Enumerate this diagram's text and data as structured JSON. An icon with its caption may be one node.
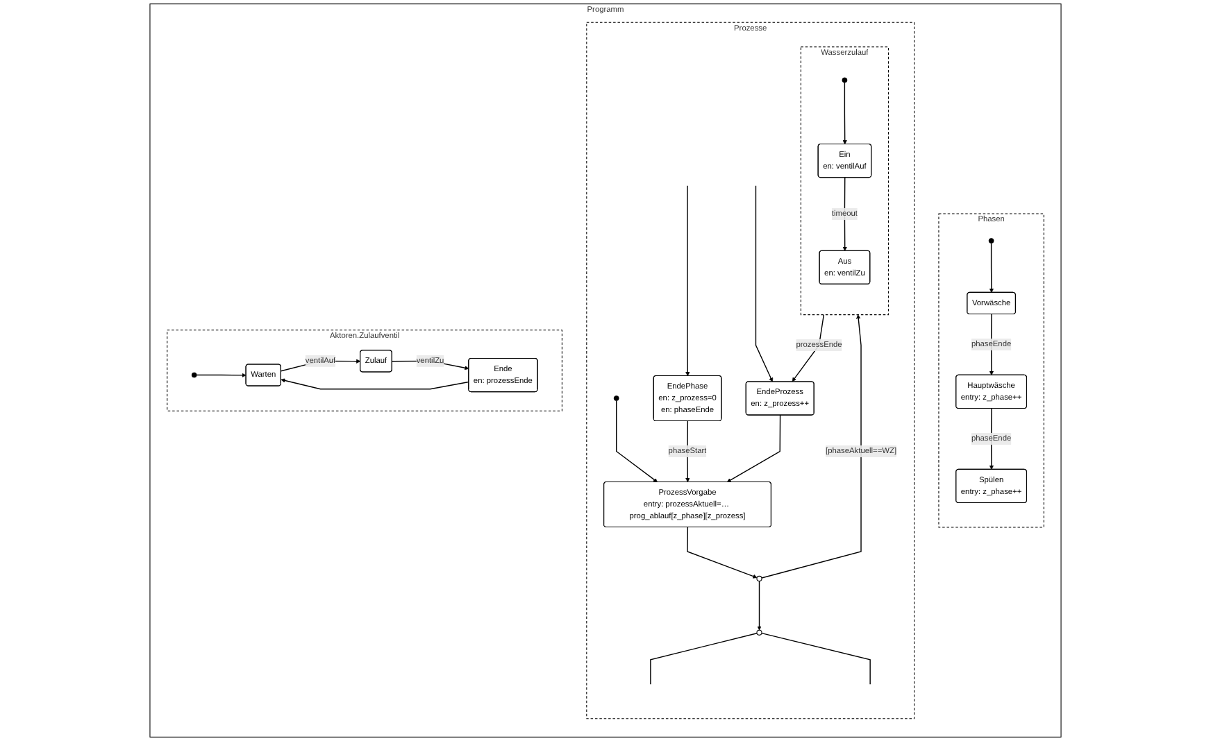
{
  "diagram": {
    "nodes": [
      {
        "text": [
          "Programm"
        ]
      },
      {
        "text": [
          "Phasen"
        ],
        "in": 0
      },
      {
        "text": [],
        "shape": "circle",
        "in": 1
      },
      {
        "text": [
          "Vorwäsche"
        ],
        "in": 1
      },
      {
        "text": [
          "Hauptwäsche",
          "entry: z_phase++"
        ],
        "in": 1
      },
      {
        "text": [
          "Spülen",
          "entry: z_phase++"
        ],
        "in": 1
      },
      {
        "text": [
          "Prozesse"
        ],
        "in": 0
      },
      {
        "text": [],
        "shape": "circle",
        "in": 6
      },
      {
        "text": [
          "ProzessVorgabe",
          "entry: prozessAktuell=… prog_ablauf[z_phase][z_prozess]"
        ],
        "in": 6
      },
      {
        "text": [
          "EndePhase",
          "en: z_prozess=0",
          "en: phaseEnde"
        ],
        "in": 6
      },
      {
        "text": [
          "EndeProzess",
          "en: z_prozess++"
        ],
        "in": 6
      },
      {
        "text": [],
        "shape": "circle",
        "in": 6
      },
      {
        "text": [],
        "shape": "circle",
        "in": 6
      },
      {
        "text": [
          "Wasserzulauf"
        ],
        "in": 6
      },
      {
        "text": [],
        "shape": "circle",
        "in": 13
      },
      {
        "text": [
          "Ein",
          "en: ventilAuf"
        ],
        "in": 13
      },
      {
        "text": [
          "Aus",
          "en: ventilZu"
        ],
        "in": 13
      },
      {
        "text": [
          "Aktoren.Zulaufventil"
        ],
        "in": 0
      },
      {
        "text": [],
        "shape": "circle",
        "in": 17
      },
      {
        "text": [
          "Warten"
        ],
        "in": 17
      },
      {
        "text": [
          "Zulauf"
        ],
        "in": 17
      },
      {
        "text": [
          "Ende",
          "en: prozessEnde"
        ],
        "in": 17
      }
    ],
    "edges": [
      {
        "from": 2,
        "to": 3,
        "arrow": "to"
      },
      {
        "from": 3,
        "to": 4,
        "arrow": "to",
        "label": "phaseEnde"
      },
      {
        "from": 4,
        "to": 5,
        "arrow": "to",
        "label": "phaseEnde"
      },
      {
        "from": 7,
        "to": 8,
        "arrow": "to"
      },
      {
        "from": 9,
        "to": 8,
        "arrow": "to",
        "label": "phaseStart"
      },
      {
        "from": 10,
        "to": 8,
        "arrow": "to"
      },
      {
        "from": 8,
        "to": 11,
        "arrow": "to"
      },
      {
        "from": 11,
        "to": 13,
        "arrow": "to",
        "label": "[phaseAktuell==WZ]"
      },
      {
        "from": 11,
        "to": 12,
        "arrow": "to"
      },
      {
        "from": 12,
        "to": null,
        "arrow": "none"
      },
      {
        "from": 12,
        "to": null,
        "arrow": "none"
      },
      {
        "from": null,
        "to": 9,
        "arrow": "to"
      },
      {
        "from": 13,
        "to": 10,
        "arrow": "to",
        "label": "prozessEnde"
      },
      {
        "from": null,
        "to": 10,
        "arrow": "to"
      },
      {
        "from": 14,
        "to": 15,
        "arrow": "to"
      },
      {
        "from": 15,
        "to": 16,
        "arrow": "to",
        "label": "timeout"
      },
      {
        "from": 18,
        "to": 19,
        "arrow": "to"
      },
      {
        "from": 19,
        "to": 20,
        "arrow": "to",
        "label": "ventilAuf"
      },
      {
        "from": 20,
        "to": 21,
        "arrow": "to",
        "label": "ventilZu"
      },
      {
        "from": 21,
        "to": 19,
        "arrow": "to"
      }
    ]
  }
}
